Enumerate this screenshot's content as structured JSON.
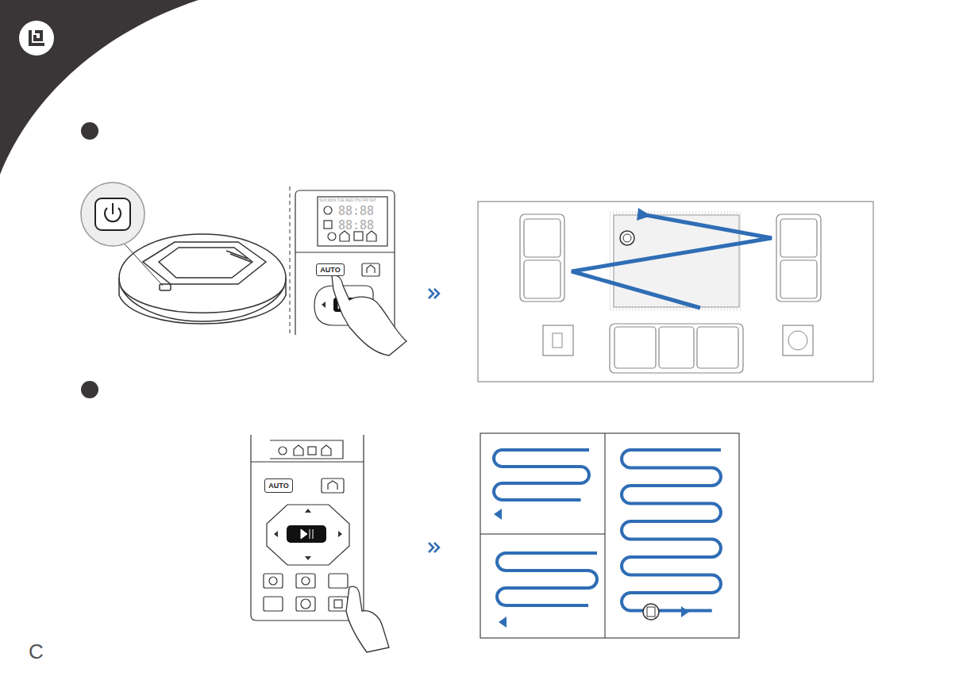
{
  "diagram": {
    "nodes": [
      {
        "text": [
          "AUTO"
        ]
      },
      {
        "text": [
          "AUTO"
        ]
      }
    ],
    "labels": [
      "SUN MON TUE WED THU FRI SAT",
      "88:88",
      "88:88",
      "C"
    ]
  }
}
